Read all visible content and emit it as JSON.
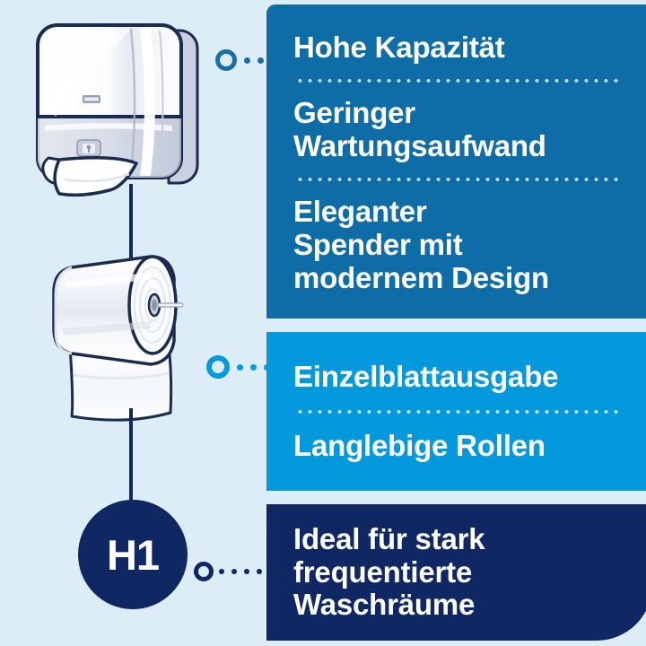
{
  "background_color": "#dcedf8",
  "panels": [
    {
      "id": "panel-capacity",
      "color": "#0e6ca7",
      "features": [
        "Hohe Kapazität",
        "Geringer Wartungsaufwand",
        "Eleganter Spender mit modernem Design"
      ]
    },
    {
      "id": "panel-dispensing",
      "color": "#0499dd",
      "features": [
        "Einzelblattausgabe",
        "Langlebige Rollen"
      ]
    },
    {
      "id": "panel-usecase",
      "color": "#0f2762",
      "features": [
        "Ideal für stark frequentierte Waschräume"
      ]
    }
  ],
  "features_flat": {
    "f1": "Hohe Kapazität",
    "f2_line1": "Geringer",
    "f2_line2": "Wartungsaufwand",
    "f3_line1": "Eleganter",
    "f3_line2": "Spender mit",
    "f3_line3": "modernem Design",
    "f4": "Einzelblattausgabe",
    "f5": "Langlebige Rollen",
    "f6_line1": "Ideal für stark",
    "f6_line2": "frequentierte",
    "f6_line3": "Waschräume"
  },
  "badge": {
    "label": "H1",
    "color": "#0f2762",
    "text_color": "#ffffff"
  },
  "illustrations": {
    "dispenser": "tork-hand-towel-dispenser-icon",
    "roll": "paper-towel-roll-icon"
  },
  "connectors": {
    "ring_colors": [
      "#1a6ea8",
      "#0499dd",
      "#0f2762"
    ],
    "dot_counts": [
      2,
      3,
      4
    ],
    "spine_color": "#12295e"
  }
}
